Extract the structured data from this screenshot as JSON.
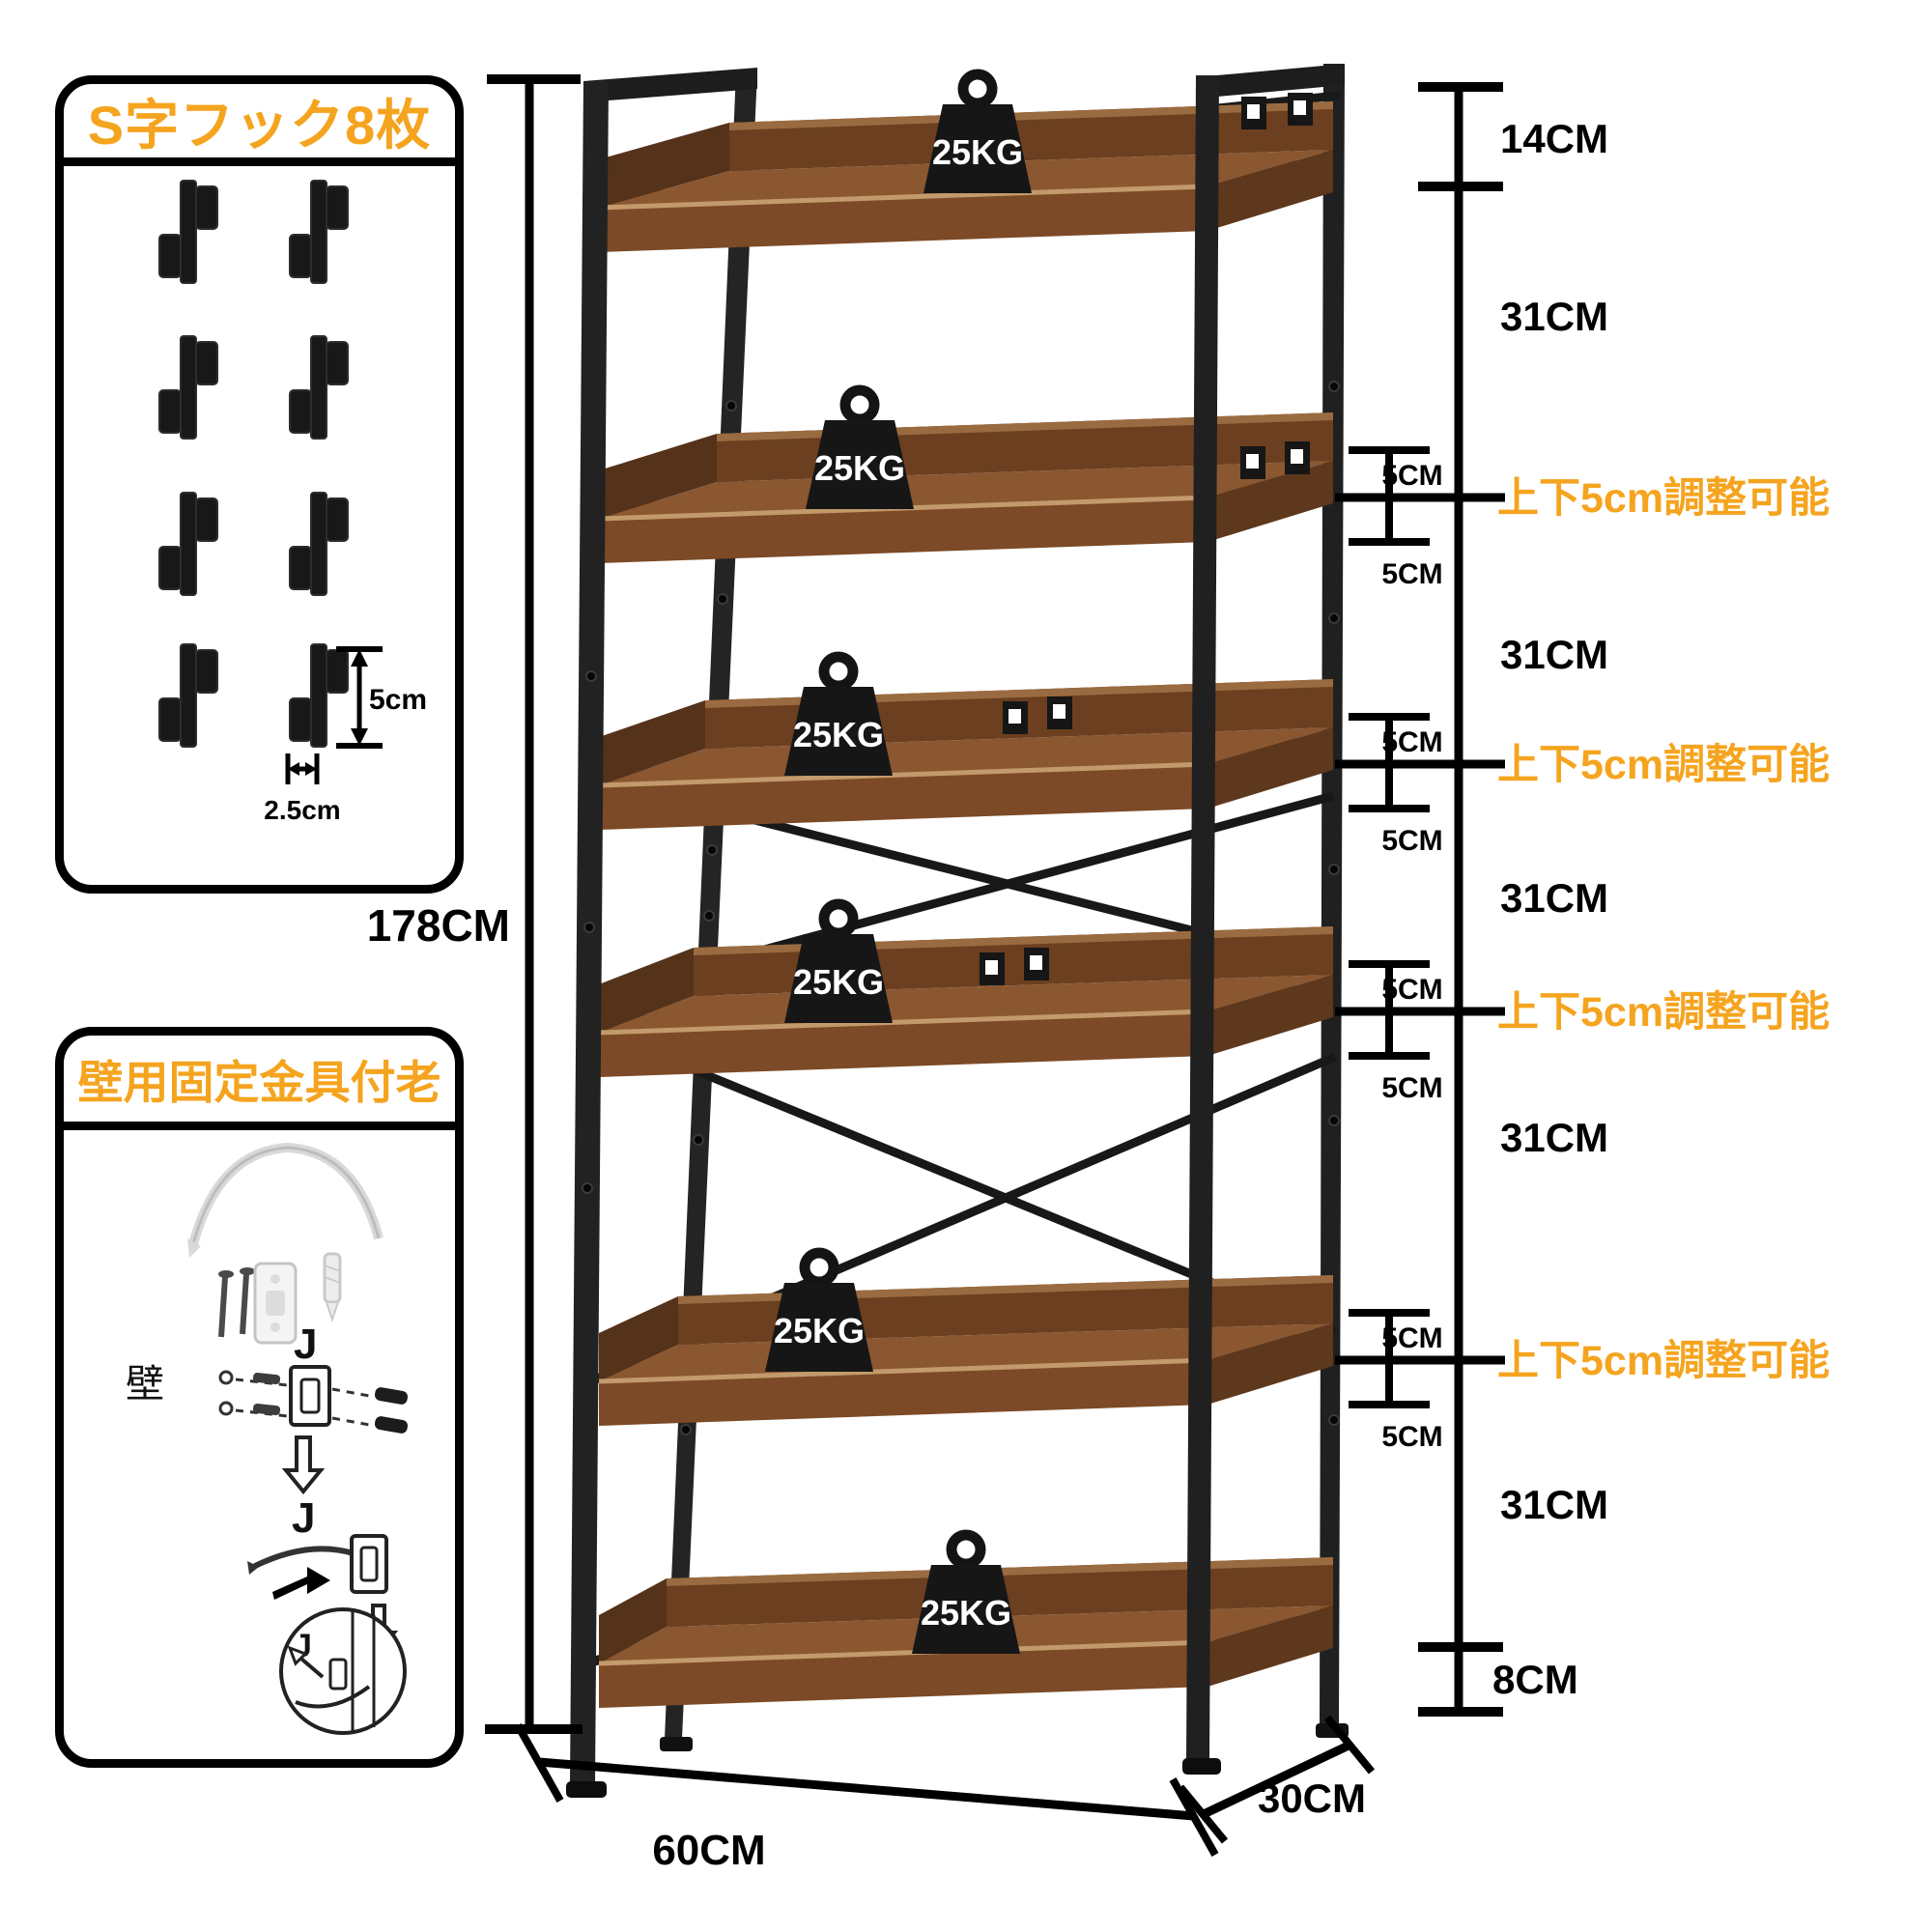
{
  "colors": {
    "accent": "#F5A41F",
    "metal": "#1E1E1E",
    "wood_top": "#8A5731",
    "wood_front": "#7C4A26",
    "wood_rail": "#6B3F1F",
    "dim_line": "#000000"
  },
  "hook_box": {
    "title": "S字フック8枚",
    "hook_height_label": "5cm",
    "hook_width_label": "2.5cm"
  },
  "wall_box": {
    "title": "壁用固定金具付老",
    "wall_label": "壁",
    "bracket_label": "J"
  },
  "shelf": {
    "weight_label": "25KG"
  },
  "dimensions": {
    "total_height": "178CM",
    "width": "60CM",
    "depth": "30CM",
    "top_section": "14CM",
    "shelf_section": "31CM",
    "bottom_section": "8CM",
    "adjust_step": "5CM",
    "adjust_note": "上下5cm調整可能"
  }
}
